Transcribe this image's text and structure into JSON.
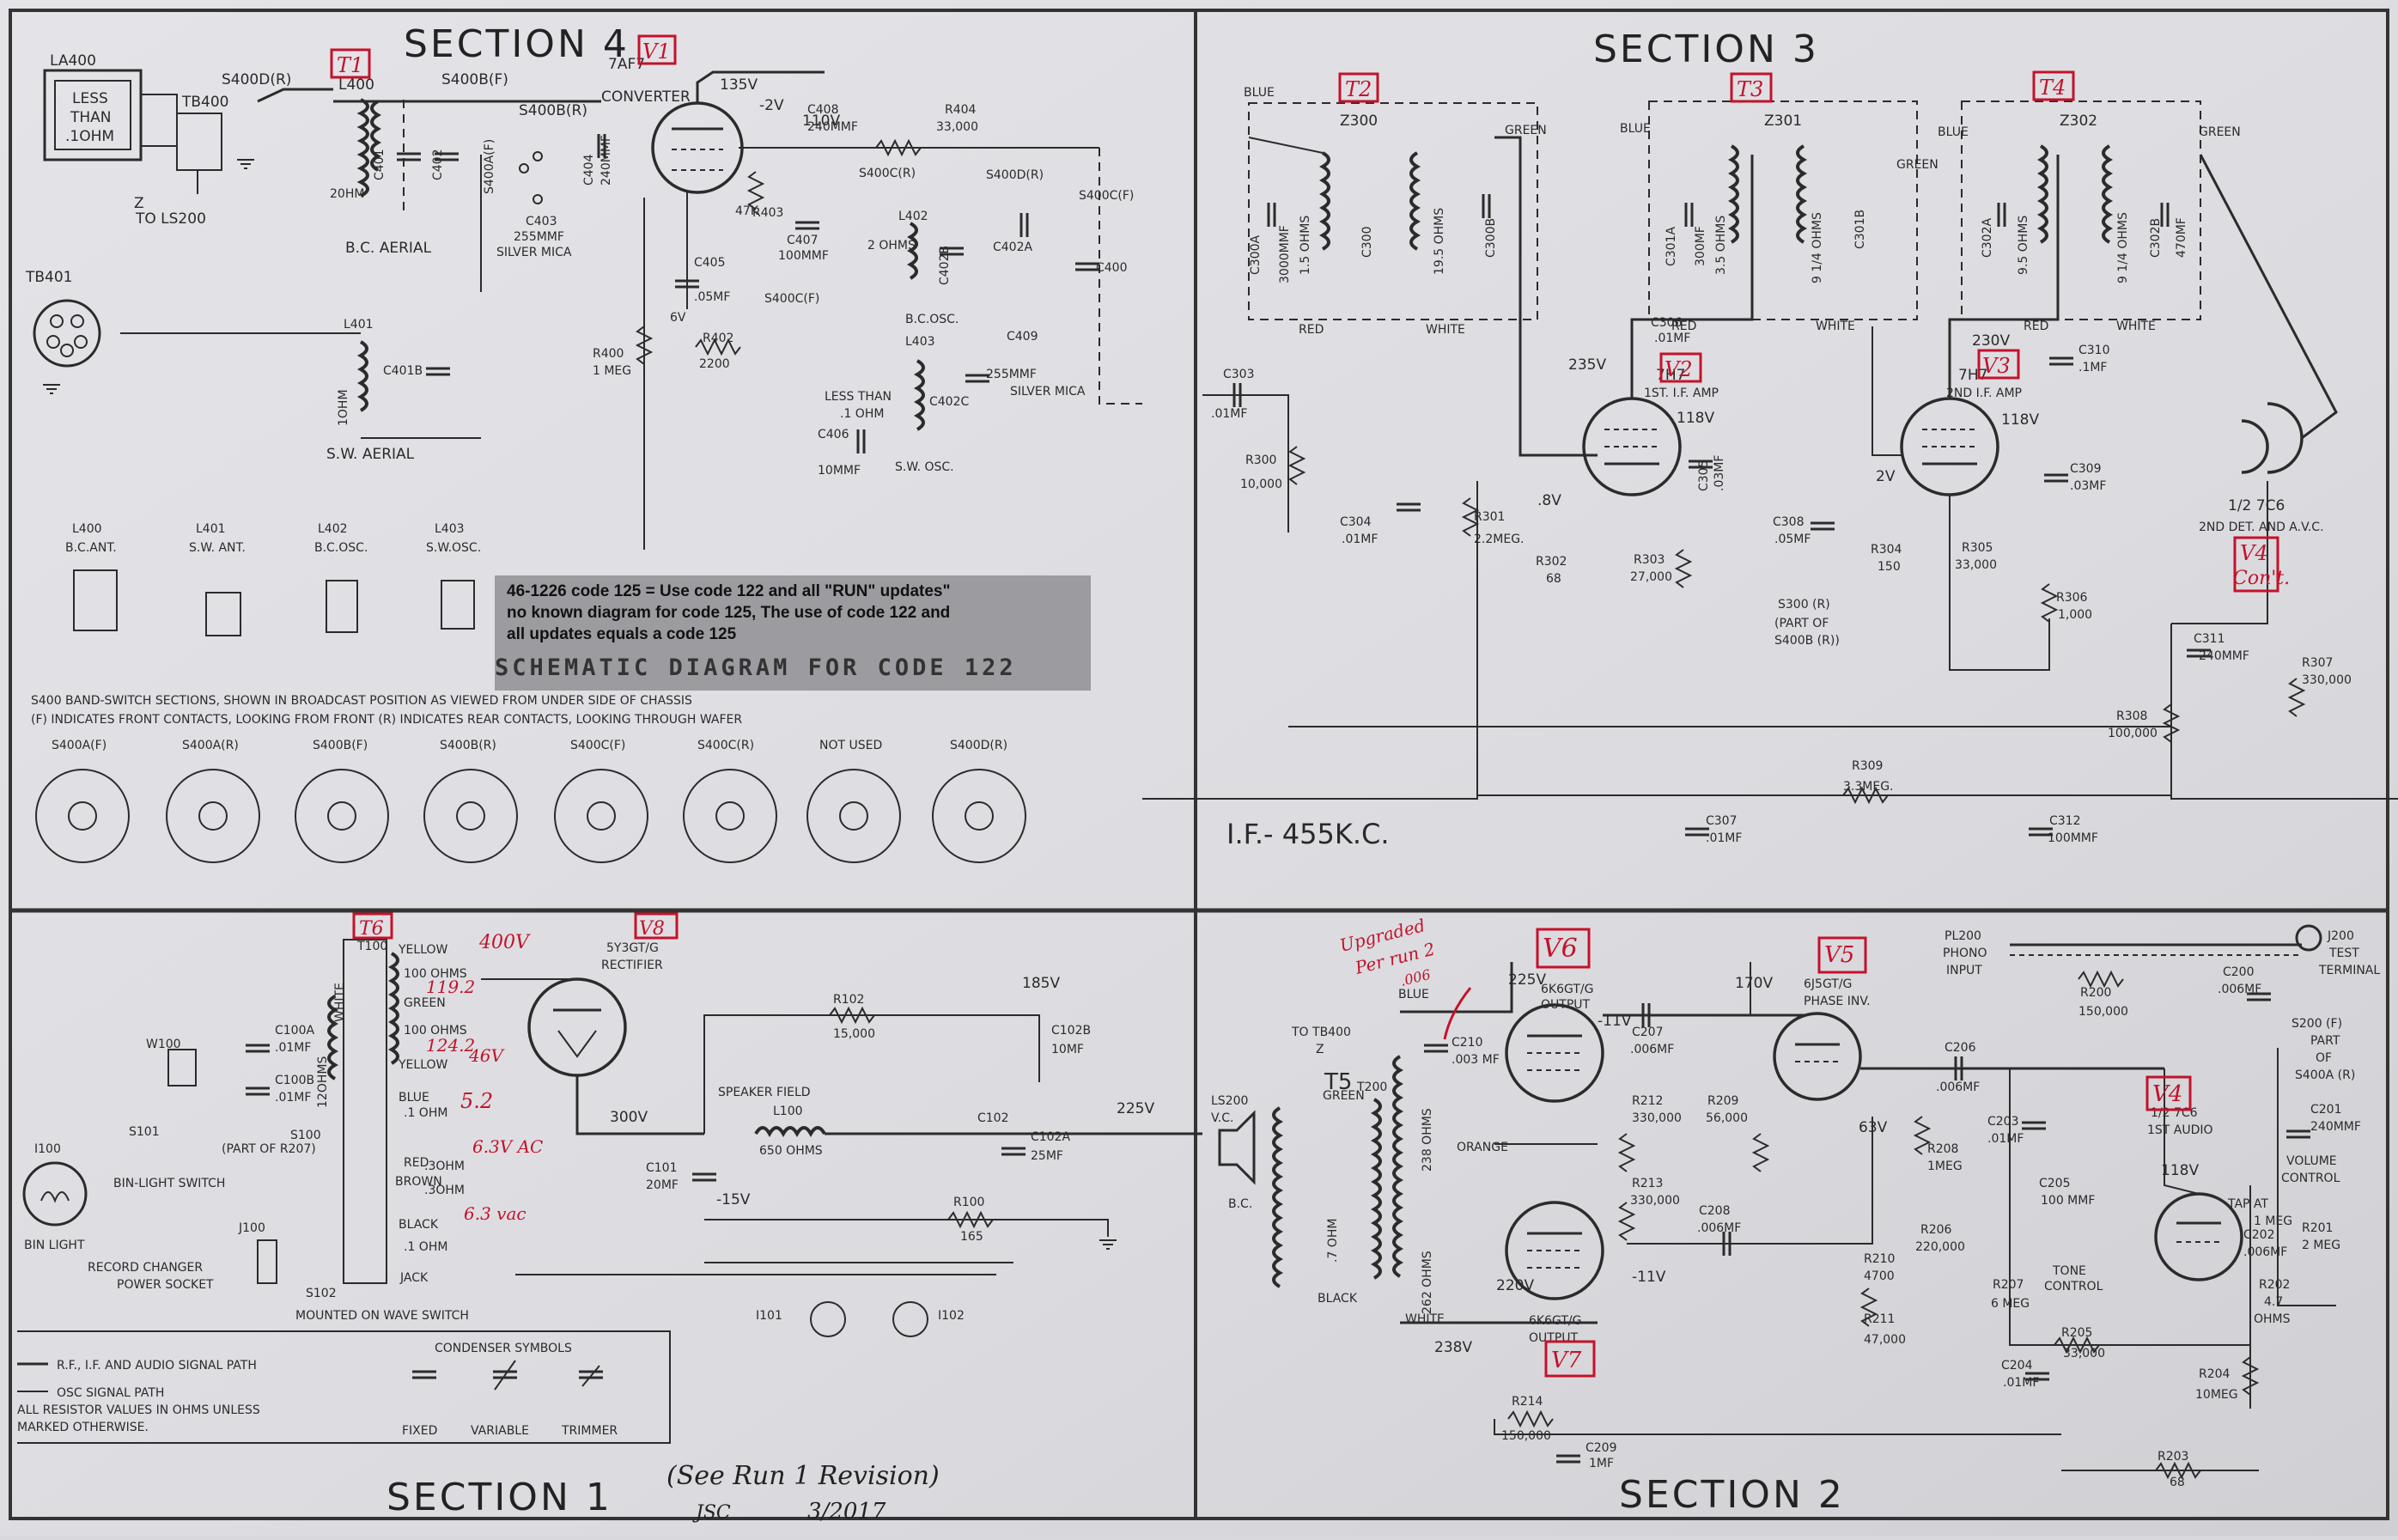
{
  "sections": {
    "section_4": "SECTION 4",
    "section_3": "SECTION 3",
    "section_1_prefix": "SECTION 1",
    "section_1_revision": "(See Run 1 Revision)",
    "revision_signature": "JSC",
    "revision_date": "3/2017",
    "section_2": "SECTION 2"
  },
  "note": {
    "lines": [
      "46-1226 code 125 = Use code 122 and all \"RUN\" updates\"",
      "no known diagram for code 125,  The use of code 122 and",
      "all updates equals a code 125"
    ],
    "title": "SCHEMATIC  DIAGRAM  FOR  CODE 122"
  },
  "tags": {
    "t1": "T1",
    "v1": "V1",
    "t2": "T2",
    "t3": "T3",
    "t4": "T4",
    "v2": "V2",
    "v3": "V3",
    "v4_top": "V4",
    "v4_top_cont": "Con't.",
    "t6": "T6",
    "v8": "V8",
    "v6": "V6",
    "v5": "V5",
    "v4_bottom": "V4",
    "v7": "V7"
  },
  "handwritten": {
    "v400": "400V",
    "v119": "119.2",
    "v124": "124.2",
    "v46": "46V",
    "v5": "5.2",
    "v65_ac": "6.3V AC",
    "v63_vac": "6.3 vac",
    "upgraded": "Upgraded",
    "per_run2": "Per run 2",
    "c210_note": ".006"
  },
  "section4": {
    "la400": "LA400",
    "less_than": "LESS",
    "than": "THAN",
    "one_ohm": ".1OHM",
    "tb400": "TB400",
    "to_ls200": "TO LS200",
    "z": "Z",
    "s400d_r": "S400D(R)",
    "l400": "L400",
    "s400b_f": "S400B(F)",
    "s400b_r": "S400B(R)",
    "tube_v1": "7AF7",
    "converter": "CONVERTER",
    "v135": "135V",
    "v2neg": "-2V",
    "v110": "110V",
    "c408": "C408",
    "c408_v": "240MMF",
    "r404": "R404",
    "r404_v": "33,000",
    "bc_aerial": "B.C. AERIAL",
    "ohm20": "20HM",
    "c401": "C401",
    "c402": "C402",
    "s400a_f": "S400A(F)",
    "c403": "C403",
    "c403_v": "255MMF",
    "silver_mica": "SILVER MICA",
    "c404": "C404",
    "c404_v": "240MMF",
    "r403": "R403",
    "r403_v": "47K",
    "c407": "C407",
    "c407_v": "100MMF",
    "s400c_r": "S400C(R)",
    "s400c_f": "S400C(F)",
    "s400d_r2": "S400D(R)",
    "s400c_f2": "S400C(F)",
    "l402": "L402",
    "l402_v": "2 OHMS",
    "c402b": "C402B",
    "c402a": "C402A",
    "bc_osc": "B.C.OSC.",
    "c400": "C400",
    "c405": "C405",
    "c405_v": ".05MF",
    "r402": "R402",
    "r402_v": "2200",
    "v6": "6V",
    "c409": "C409",
    "c409_v": "255MMF",
    "silver_mica2": "SILVER MICA",
    "tb401": "TB401",
    "l401": "L401",
    "c401b": "C401B",
    "ohm10": "1OHM",
    "sw_aerial": "S.W. AERIAL",
    "r400": "R400",
    "r400_v": "1 MEG",
    "l403": "L403",
    "less_than2": "LESS THAN",
    "one_ohm2": ".1 OHM",
    "c402c": "C402C",
    "c406": "C406",
    "c406_v": "10MMF",
    "sw_osc": "S.W. OSC.",
    "l400_lbl": "L400",
    "bc_ant": "B.C.ANT.",
    "l401_lbl": "L401",
    "sw_ant": "S.W. ANT.",
    "l402_lbl": "L402",
    "bc_osc2": "B.C.OSC.",
    "l403_lbl": "L403",
    "sw_osc2": "S.W.OSC.",
    "band_switch_1": "S400 BAND-SWITCH SECTIONS, SHOWN IN BROADCAST POSITION AS VIEWED FROM UNDER SIDE OF CHASSIS",
    "band_switch_2": "(F) INDICATES FRONT CONTACTS, LOOKING FROM FRONT (R) INDICATES REAR CONTACTS, LOOKING THROUGH WAFER",
    "wafers": [
      "S400A(F)",
      "S400A(R)",
      "S400B(F)",
      "S400B(R)",
      "S400C(F)",
      "S400C(R)",
      "NOT USED",
      "S400D(R)"
    ]
  },
  "section3": {
    "z300": "Z300",
    "z301": "Z301",
    "z302": "Z302",
    "blue": "BLUE",
    "green": "GREEN",
    "red": "RED",
    "white": "WHITE",
    "c300a": "C300A",
    "c300a_v": "3000MMF",
    "l5_ohms": "1.5 OHMS",
    "c300": "C300",
    "c300b": "C300B",
    "ohms195": "19.5 OHMS",
    "c301a": "C301A",
    "c301a_v": "300MF",
    "ohms35": "3.5 OHMS",
    "ohms914": "9 1/4 OHMS",
    "c301b": "C301B",
    "c302a": "C302A",
    "ohms95": "9.5 OHMS",
    "ohms914b": "9 1/4 OHMS",
    "c302b": "C302B",
    "c302b_v": "470MF",
    "c306": "C306",
    "c306_v": ".01MF",
    "v235": "235V",
    "tube_v2": "7H7",
    "v2_label": "1ST. I.F. AMP",
    "v118": "118V",
    "c305": "C305",
    "c305_v": ".03MF",
    "c303": "C303",
    "c303_v": ".01MF",
    "r300": "R300",
    "r300_v": "10,000",
    "c304": "C304",
    "c304_v": ".01MF",
    "r301": "R301",
    "r301_v": "2.2MEG.",
    "v8": ".8V",
    "r302": "R302",
    "r302_v": "68",
    "r303": "R303",
    "r303_v": "27,000",
    "v230": "230V",
    "c310": "C310",
    "c310_v": ".1MF",
    "tube_v3": "7H7",
    "v3_label": "2ND I.F. AMP",
    "v118b": "118V",
    "c309": "C309",
    "c309_v": ".03MF",
    "v2": "2V",
    "c308": "C308",
    "c308_v": ".05MF",
    "r304": "R304",
    "r304_v": "150",
    "r305": "R305",
    "r305_v": "33,000",
    "s300": "S300 (R)",
    "part_of": "(PART OF",
    "s400b": "S400B (R))",
    "r306": "R306",
    "r306_v": "1,000",
    "tc6": "1/2 7C6",
    "det": "2ND DET. AND A.V.C.",
    "c311": "C311",
    "c311_v": "240MMF",
    "r307": "R307",
    "r307_v": "330,000",
    "r308": "R308",
    "r308_v": "100,000",
    "r309": "R309",
    "r309_v": "3.3MEG.",
    "c307": "C307",
    "c307_v": ".01MF",
    "c312": "C312",
    "c312_v": "100MMF",
    "if_freq": "I.F.- 455K.C."
  },
  "section1": {
    "t100": "T100",
    "yellow": "YELLOW",
    "ohms100": "100 OHMS",
    "green": "GREEN",
    "ohms100b": "100 OHMS",
    "yellow2": "YELLOW",
    "white": "WHITE",
    "ohms12": "12OHMS",
    "blue": "BLUE",
    "ohm1": ".1 OHM",
    "red": "RED",
    "ohm3": ".3OHM",
    "brown": "BROWN",
    "ohm3b": ".3OHM",
    "black": "BLACK",
    "ohm1b": ".1 OHM",
    "jack": "JACK",
    "tube_v8": "5Y3GT/G",
    "rectifier": "RECTIFIER",
    "v300": "300V",
    "r102": "R102",
    "r102_v": "15,000",
    "v185": "185V",
    "c102b": "C102B",
    "c102b_v": "10MF",
    "speaker_field": "SPEAKER FIELD",
    "l100": "L100",
    "ohms650": "650 OHMS",
    "c102": "C102",
    "c102a": "C102A",
    "c102a_v": "25MF",
    "v225": "225V",
    "c101": "C101",
    "c101_v": "20MF",
    "v15": "-15V",
    "r100": "R100",
    "r100_v": "165",
    "w100": "W100",
    "c100a": "C100A",
    "c100a_v": ".01MF",
    "c100b": "C100B",
    "c100b_v": ".01MF",
    "s101": "S101",
    "bin_light_switch": "BIN-LIGHT SWITCH",
    "s100": "S100",
    "part_r207": "(PART OF R207)",
    "i100": "I100",
    "bin_light": "BIN LIGHT",
    "j100": "J100",
    "record_changer": "RECORD CHANGER",
    "power_socket": "POWER SOCKET",
    "s102": "S102",
    "mounted": "MOUNTED ON WAVE SWITCH",
    "i101": "I101",
    "i102": "I102",
    "legend_rf": "R.F., I.F. AND AUDIO SIGNAL PATH",
    "legend_osc": "OSC SIGNAL PATH",
    "legend_res1": "ALL RESISTOR VALUES IN OHMS UNLESS",
    "legend_res2": "MARKED OTHERWISE.",
    "condenser_symbols": "CONDENSER SYMBOLS",
    "fixed": "FIXED",
    "variable": "VARIABLE",
    "trimmer": "TRIMMER"
  },
  "section2": {
    "to_tb400": "TO TB400",
    "z": "Z",
    "t5": "T5",
    "t200": "T200",
    "green": "GREEN",
    "blue": "BLUE",
    "orange": "ORANGE",
    "black": "BLACK",
    "white": "WHITE",
    "ls200": "LS200",
    "vc": "V.C.",
    "bc": "B.C.",
    "ohm7": ".7 OHM",
    "ohms238": "238 OHMS",
    "ohms262": "262 OHMS",
    "c210": "C210",
    "c210_v": ".003 MF",
    "v225": "225V",
    "tube_v6": "6K6GT/G",
    "output": "OUTPUT",
    "v11": "-11V",
    "c207": "C207",
    "c207_v": ".006MF",
    "v170": "170V",
    "tube_v5": "6J5GT/G",
    "phase_inv": "PHASE INV.",
    "c206": "C206",
    "c206_v": ".006MF",
    "v63": "63V",
    "r212": "R212",
    "r212_v": "330,000",
    "r209": "R209",
    "r209_v": "56,000",
    "r213": "R213",
    "r213_v": "330,000",
    "c208": "C208",
    "c208_v": ".006MF",
    "v220": "220V",
    "v11b": "-11V",
    "tube_v7": "6K6GT/G",
    "output2": "OUTPUT",
    "v238": "238V",
    "r210": "R210",
    "r210_v": "4700",
    "r211": "R211",
    "r211_v": "47,000",
    "r214": "R214",
    "r214_v": "150,000",
    "c209": "C209",
    "c209_v": "1MF",
    "r208": "R208",
    "r208_v": "1MEG",
    "c203": "C203",
    "c203_v": ".01MF",
    "c205": "C205",
    "c205_v": "100 MMF",
    "r206": "R206",
    "r206_v": "220,000",
    "r207": "R207",
    "r207_v": "6 MEG",
    "tone": "TONE",
    "control": "CONTROL",
    "c204": "C204",
    "c204_v": ".01MF",
    "r205": "R205",
    "r205_v": "33,000",
    "tc6": "1/2 7C6",
    "first_audio": "1ST AUDIO",
    "v118": "118V",
    "pl200": "PL200",
    "phono": "PHONO",
    "input": "INPUT",
    "r200": "R200",
    "r200_v": "150,000",
    "j200": "J200",
    "test": "TEST",
    "terminal": "TERMINAL",
    "c200": "C200",
    "c200_v": ".006MF",
    "s200": "S200 (F)",
    "part_of": "PART",
    "of": "OF",
    "s400a": "S400A (R)",
    "c201": "C201",
    "c201_v": "240MMF",
    "volume": "VOLUME",
    "control2": "CONTROL",
    "tap_at": "TAP AT",
    "meg": "1 MEG",
    "r201": "R201",
    "r201_v": "2 MEG",
    "c202": "C202",
    "c202_v": ".006MF",
    "r202": "R202",
    "r202_v": "4.7",
    "ohms": "OHMS",
    "r204": "R204",
    "r204_v": "10MEG",
    "r203": "R203",
    "r203_v": "68"
  }
}
